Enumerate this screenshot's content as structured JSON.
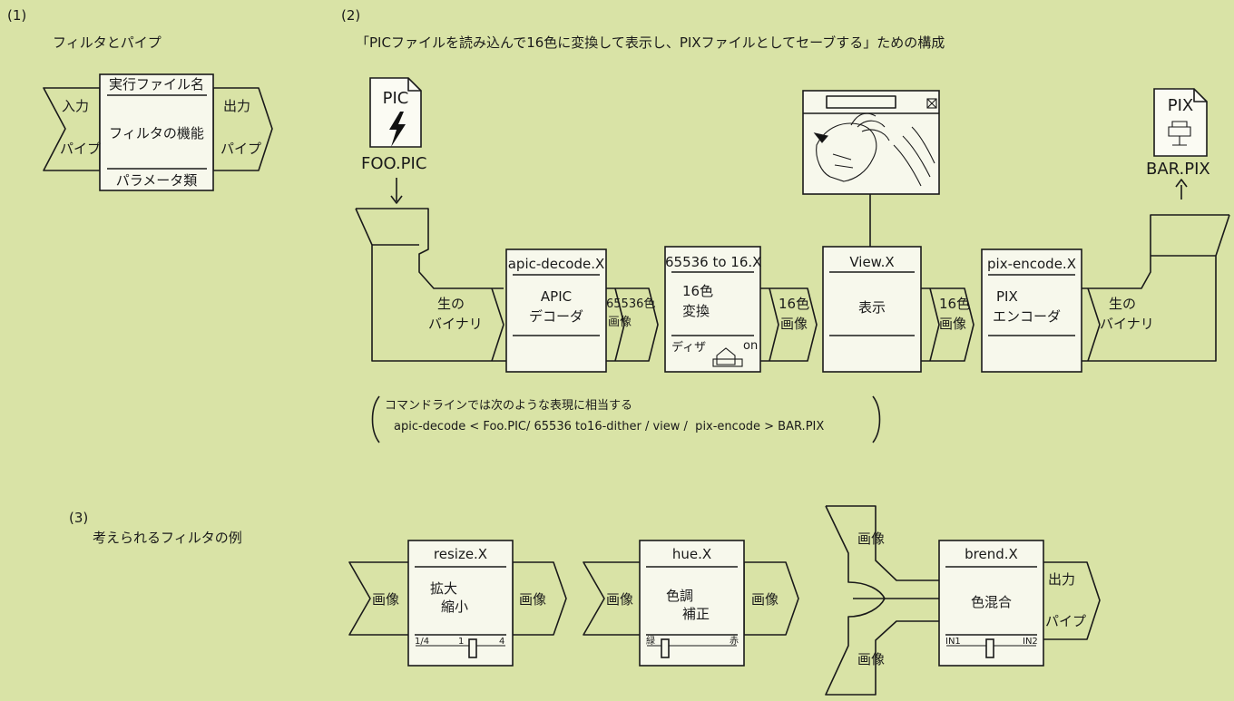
{
  "section1": {
    "number": "(1)",
    "title": "フィルタとパイプ",
    "input_line1": "入力",
    "input_line2": "パイプ",
    "exec_name": "実行ファイル名",
    "function": "フィルタの機能",
    "params": "パラメータ類",
    "output_line1": "出力",
    "output_line2": "パイプ"
  },
  "section2": {
    "number": "(2)",
    "title": "「PICファイルを読み込んで16色に変換して表示し、PIXファイルとしてセーブする」ための構成",
    "pic_doc_label": "PIC",
    "pic_file": "FOO.PIC",
    "pix_doc_label": "PIX",
    "pix_file": "BAR.PIX",
    "raw_in_1": "生の",
    "raw_in_2": "バイナリ",
    "raw_out_1": "生の",
    "raw_out_2": "バイナリ",
    "apic_name": "apic-decode.X",
    "apic_fn_1": "APIC",
    "apic_fn_2": "デコーダ",
    "pipe1_1": "65536色",
    "pipe1_2": "画像",
    "conv_name": "65536 to 16.X",
    "conv_fn_1": "16色",
    "conv_fn_2": "変換",
    "dither_label": "ディザ",
    "dither_state": "on",
    "pipe2_1": "16色",
    "pipe2_2": "画像",
    "view_name": "View.X",
    "view_fn": "表示",
    "pipe3_1": "16色",
    "pipe3_2": "画像",
    "pix_name": "pix-encode.X",
    "pix_fn_1": "PIX",
    "pix_fn_2": "エンコーダ",
    "cmd_line1": "コマンドラインでは次のような表現に相当する",
    "cmd_line2": "apic-decode < Foo.PIC/ 65536 to16-dither / view /  pix-encode > BAR.PIX"
  },
  "section3": {
    "number": "(3)",
    "title": "考えられるフィルタの例",
    "resize_in": "画像",
    "resize_name": "resize.X",
    "resize_fn_1": "拡大",
    "resize_fn_2": "縮小",
    "resize_tick_min": "1/4",
    "resize_tick_mid": "1",
    "resize_tick_max": "4",
    "resize_out": "画像",
    "hue_in": "画像",
    "hue_name": "hue.X",
    "hue_fn_1": "色調",
    "hue_fn_2": "補正",
    "hue_tick_min": "緑",
    "hue_tick_max": "赤",
    "hue_out": "画像",
    "blend_in_top": "画像",
    "blend_in_bottom": "画像",
    "blend_name": "brend.X",
    "blend_fn": "色混合",
    "blend_tick_min": "IN1",
    "blend_tick_max": "IN2",
    "blend_out_1": "出力",
    "blend_out_2": "パイプ"
  }
}
